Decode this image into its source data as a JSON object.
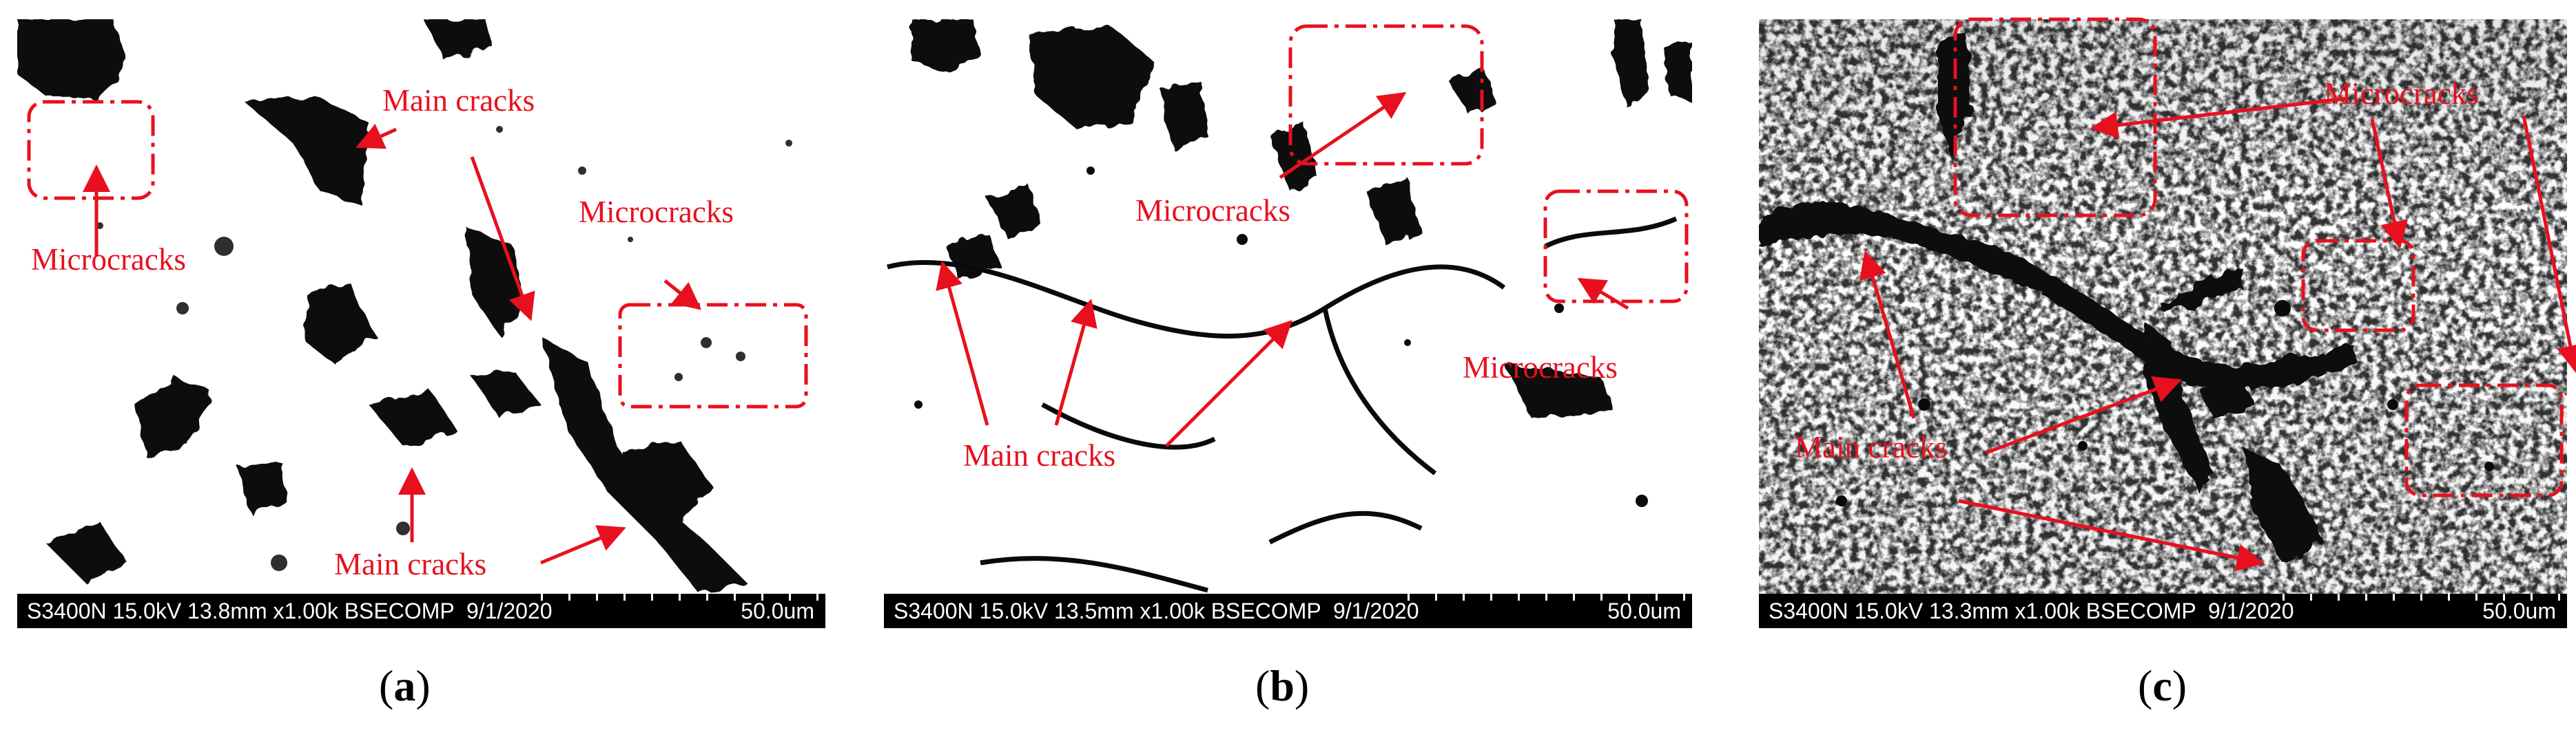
{
  "panels": [
    {
      "id": "a",
      "caption_open": "(",
      "caption_letter": "a",
      "caption_close": ")",
      "databar": {
        "meta": "S3400N 15.0kV 13.8mm x1.00k BSECOMP  9/1/2020",
        "scale": "50.0um"
      },
      "labels": {
        "microcracks_left": "Microcracks",
        "main_cracks_top": "Main cracks",
        "microcracks_right": "Microcracks",
        "main_cracks_bottom": "Main cracks"
      }
    },
    {
      "id": "b",
      "caption_open": "(",
      "caption_letter": "b",
      "caption_close": ")",
      "databar": {
        "meta": "S3400N 15.0kV 13.5mm x1.00k BSECOMP  9/1/2020",
        "scale": "50.0um"
      },
      "labels": {
        "microcracks_top": "Microcracks",
        "microcracks_right": "Microcracks",
        "main_cracks": "Main cracks"
      }
    },
    {
      "id": "c",
      "caption_open": "(",
      "caption_letter": "c",
      "caption_close": ")",
      "databar": {
        "meta": "S3400N 15.0kV 13.3mm x1.00k BSECOMP  9/1/2020",
        "scale": "50.0um"
      },
      "labels": {
        "microcracks": "Microcracks",
        "main_cracks": "Main cracks"
      }
    }
  ],
  "colors": {
    "annotation": "#e8101e",
    "crack": "#0a0a0a",
    "background": "#ffffff"
  }
}
